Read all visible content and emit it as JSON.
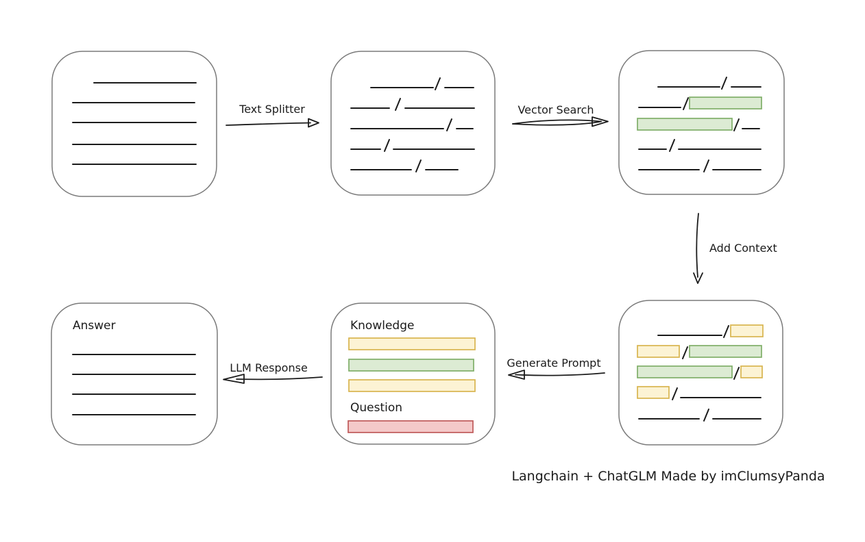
{
  "diagram": {
    "caption": "Langchain + ChatGLM Made by imClumsyPanda",
    "arrows": {
      "text_splitter": "Text Splitter",
      "vector_search": "Vector Search",
      "add_context": "Add Context",
      "generate_prompt": "Generate Prompt",
      "llm_response": "LLM Response"
    },
    "prompt_box": {
      "knowledge_label": "Knowledge",
      "question_label": "Question"
    },
    "answer_box": {
      "title": "Answer"
    }
  },
  "colors": {
    "ink": "#1b1b1b",
    "box_border": "#7a7a7a",
    "green_fill": "#dcebd3",
    "green_border": "#7fae68",
    "yellow_fill": "#fcf3d4",
    "yellow_border": "#d8b44e",
    "red_fill": "#f4c9c9",
    "red_border": "#bf5959"
  }
}
